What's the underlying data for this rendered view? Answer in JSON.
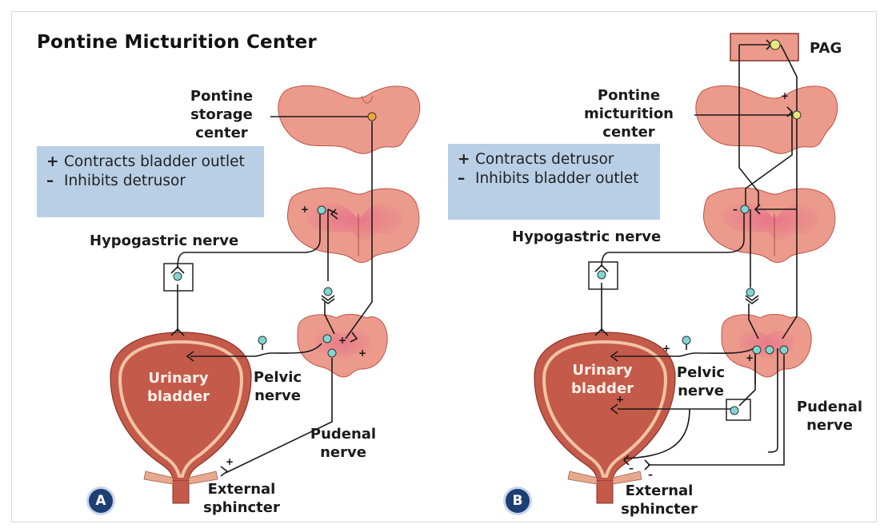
{
  "title": "Pontine Micturition Center",
  "panel_a": {
    "badge": "A",
    "legend": [
      {
        "sign": "+",
        "text": "Contracts bladder outlet"
      },
      {
        "sign": "–",
        "text": "Inhibits detrusor"
      }
    ],
    "center_label_lines": [
      "Pontine",
      "storage",
      "center"
    ],
    "hypogastric_label": "Hypogastric nerve",
    "bladder_label_lines": [
      "Urinary",
      "bladder"
    ],
    "pelvic_label_lines": [
      "Pelvic",
      "nerve"
    ],
    "pudenal_label_lines": [
      "Pudenal",
      "nerve"
    ],
    "sphincter_label_lines": [
      "External",
      "sphincter"
    ]
  },
  "panel_b": {
    "badge": "B",
    "pag_label": "PAG",
    "legend": [
      {
        "sign": "+",
        "text": "Contracts detrusor"
      },
      {
        "sign": "–",
        "text": "Inhibits bladder outlet"
      }
    ],
    "center_label_lines": [
      "Pontine",
      "micturition",
      "center"
    ],
    "hypogastric_label": "Hypogastric nerve",
    "bladder_label_lines": [
      "Urinary",
      "bladder"
    ],
    "pelvic_label_lines": [
      "Pelvic",
      "nerve"
    ],
    "pudenal_label_lines": [
      "Pudenal",
      "nerve"
    ],
    "sphincter_label_lines": [
      "External",
      "sphincter"
    ]
  },
  "colors": {
    "tissue": "#ec9a8c",
    "tissue_dark": "#a9443a",
    "gray_matter": "#e4718a",
    "bladder": "#c45a49",
    "bladder_rim": "#f2c4a6",
    "neuron": "#7fd6d2",
    "neuron_center_a": "#f0a73a",
    "neuron_center_b": "#e6ea7a",
    "legend_bg": "#b9cfe6",
    "badge": "#1d3f73"
  }
}
